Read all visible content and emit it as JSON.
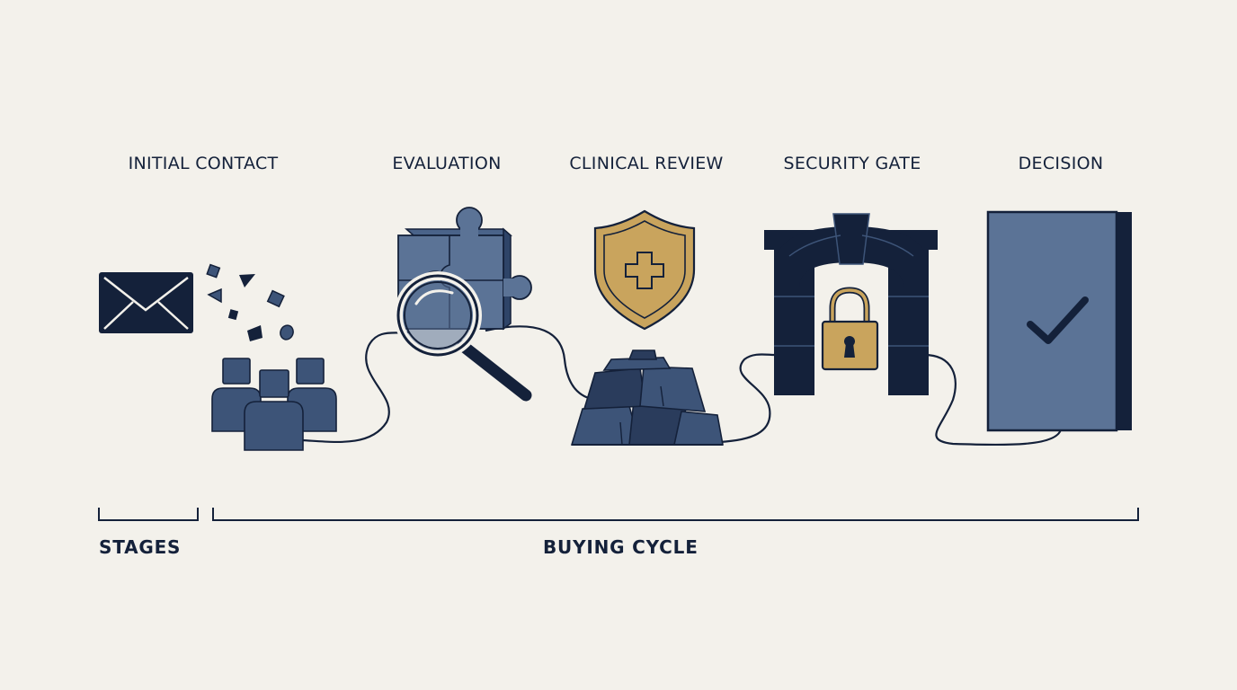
{
  "stages": [
    {
      "label": "INITIAL CONTACT",
      "icon": "envelope-icon"
    },
    {
      "label": "EVALUATION",
      "icon": "puzzle-magnifier-icon"
    },
    {
      "label": "CLINICAL REVIEW",
      "icon": "medical-shield-icon"
    },
    {
      "label": "SECURITY GATE",
      "icon": "locked-archway-icon"
    },
    {
      "label": "DECISION",
      "icon": "checked-document-icon"
    }
  ],
  "brackets": {
    "left_label": "STAGES",
    "right_label": "BUYING CYCLE"
  },
  "colors": {
    "background": "#f3f1eb",
    "navy": "#14213a",
    "steel_blue": "#5b7396",
    "slate": "#3d5478",
    "gold": "#c9a45d"
  }
}
